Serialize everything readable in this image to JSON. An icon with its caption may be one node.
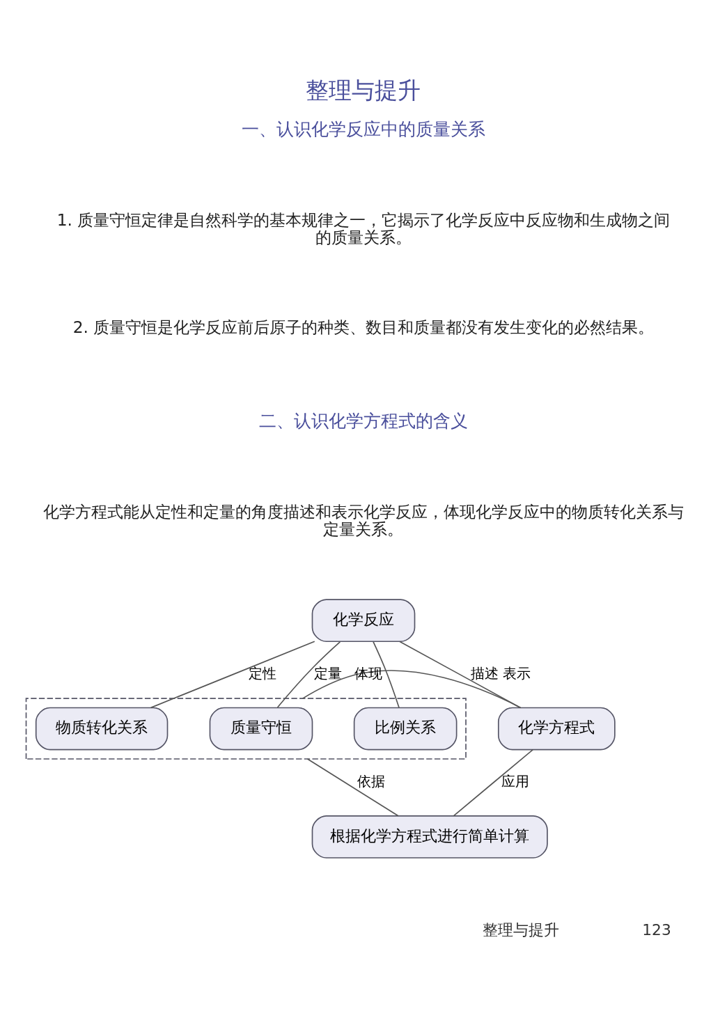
{
  "diagram": {
    "title": "整理与提升",
    "nodes": [
      {
        "text": [],
        "shape": "box"
      },
      {
        "text": [
          "物质转化关系"
        ],
        "in": 0
      },
      {
        "text": [
          "化学反应"
        ]
      },
      {
        "text": [
          "质量守恒"
        ],
        "in": 0
      },
      {
        "text": [
          "比例关系"
        ],
        "in": 0
      },
      {
        "text": [
          "化学方程式"
        ]
      },
      {
        "text": [
          "根据化学方程式进行简单计算"
        ]
      }
    ],
    "edges": [
      {
        "from": 2,
        "to": 1,
        "arrow": "none",
        "label": "定性"
      },
      {
        "from": 2,
        "to": 3,
        "arrow": "none",
        "label": "定量"
      },
      {
        "from": 2,
        "to": 4,
        "arrow": "none"
      },
      {
        "from": 2,
        "to": 5,
        "arrow": "none",
        "label": "描述 表示"
      },
      {
        "from": 5,
        "to": 0,
        "arrow": "none",
        "label": "体现"
      },
      {
        "from": 6,
        "to": 0,
        "arrow": "none",
        "label": "依据"
      },
      {
        "from": 5,
        "to": 6,
        "arrow": "none",
        "label": "应用"
      }
    ],
    "labels": [
      "一、认识化学反应中的质量关系",
      "1. 质量守恒定律是自然科学的基本规律之一，它揭示了化学反应中反应物和生成物之间的质量关系。",
      "2. 质量守恒是化学反应前后原子的种类、数目和质量都没有发生变化的必然结果。",
      "二、认识化学方程式的含义",
      "化学方程式能从定性和定量的角度描述和表示化学反应，体现化学反应中的物质转化关系与定量关系。",
      "整理与提升",
      "123"
    ]
  }
}
